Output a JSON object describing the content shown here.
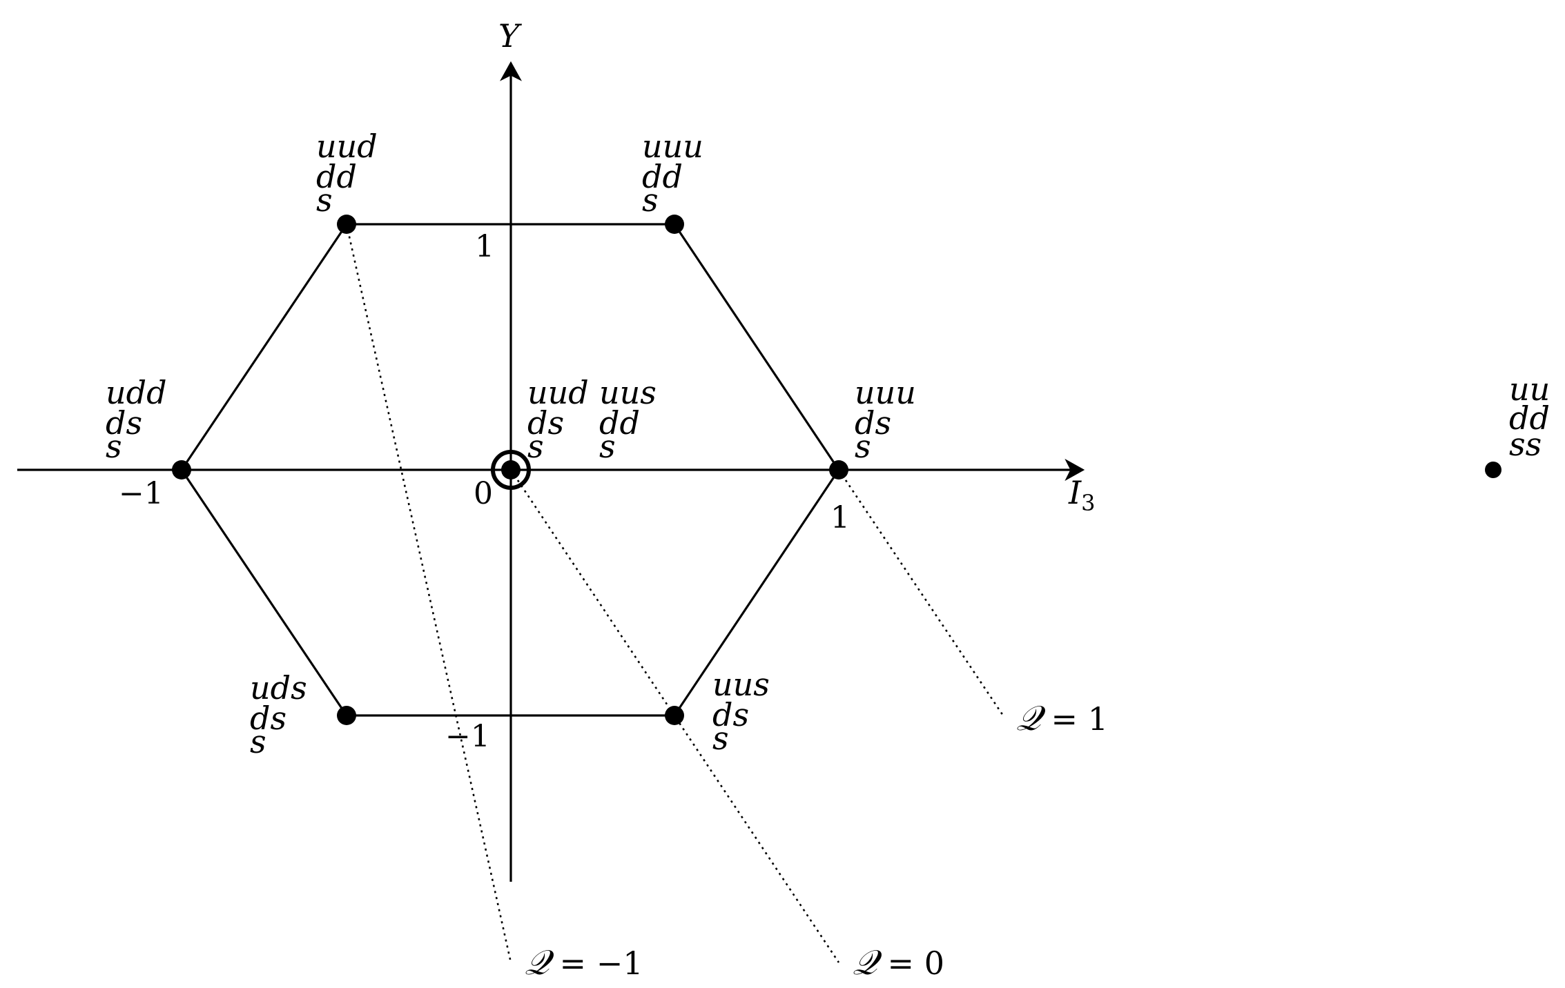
{
  "axes": {
    "x_label": "I",
    "x_label_sub": "3",
    "y_label": "Y",
    "origin_label": "0",
    "ticks": {
      "x_pos": "1",
      "x_neg": "−1",
      "y_pos": "1",
      "y_neg": "−1"
    }
  },
  "charge_lines": {
    "q_pos": {
      "symbol": "𝒬",
      "text": " = 1"
    },
    "q_zero": {
      "symbol": "𝒬",
      "text": " = 0"
    },
    "q_neg": {
      "symbol": "𝒬",
      "text": " = −1"
    }
  },
  "states": {
    "top_left": {
      "I3": -0.5,
      "Y": 1,
      "lines": [
        "uud",
        "dd",
        "s"
      ]
    },
    "top_right": {
      "I3": 0.5,
      "Y": 1,
      "lines": [
        "uuu",
        "dd",
        "s"
      ]
    },
    "left": {
      "I3": -1,
      "Y": 0,
      "lines": [
        "udd",
        "ds",
        "s"
      ]
    },
    "center_a": {
      "I3": 0,
      "Y": 0,
      "lines": [
        "uud",
        "ds",
        "s"
      ]
    },
    "center_b": {
      "I3": 0,
      "Y": 0,
      "lines": [
        "uus",
        "dd",
        "s"
      ]
    },
    "right": {
      "I3": 1,
      "Y": 0,
      "lines": [
        "uuu",
        "ds",
        "s"
      ]
    },
    "bottom_left": {
      "I3": -0.5,
      "Y": -1,
      "lines": [
        "uds",
        "ds",
        "s"
      ]
    },
    "bottom_right": {
      "I3": 0.5,
      "Y": -1,
      "lines": [
        "uus",
        "ds",
        "s"
      ]
    },
    "far_right": {
      "lines": [
        "uu",
        "dd",
        "ss"
      ]
    }
  }
}
